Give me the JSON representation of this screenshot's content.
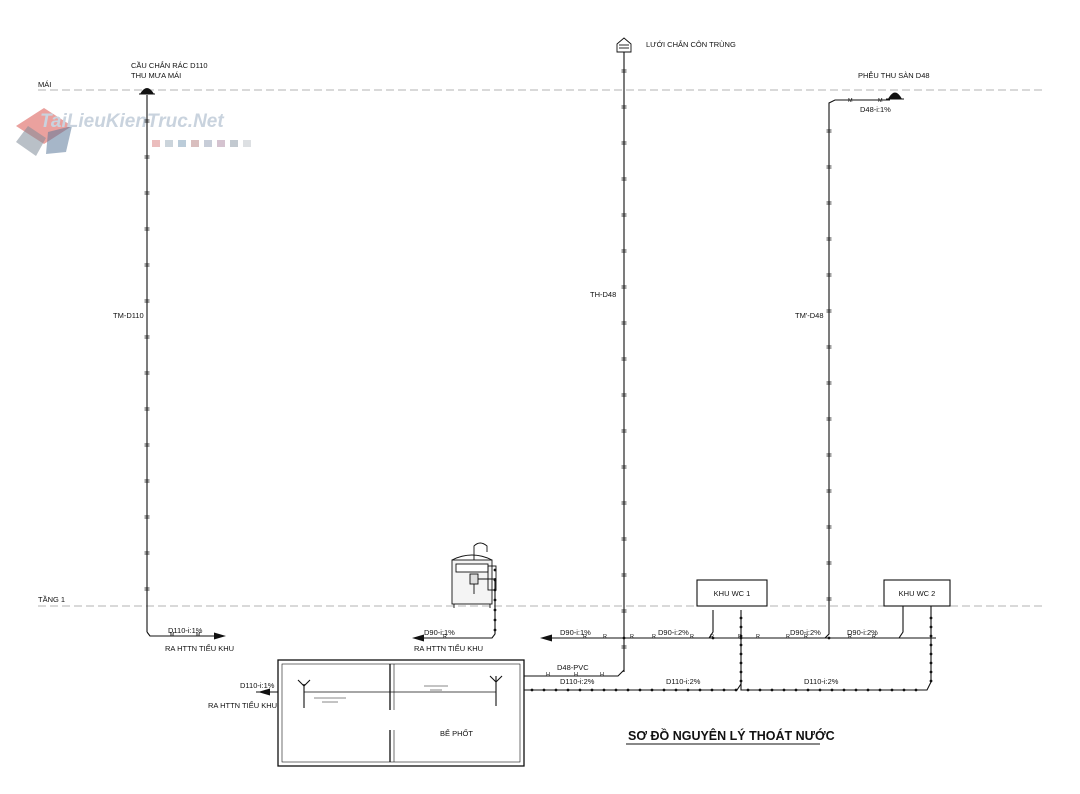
{
  "diagram": {
    "title": "SƠ ĐỒ NGUYÊN LÝ THOÁT NƯỚC",
    "levels": {
      "roof": "MÁI",
      "floor1": "TẦNG 1"
    },
    "labels": {
      "roof_drain_line1": "CẦU CHẮN RÁC D110",
      "roof_drain_line2": "THU MƯA MÁI",
      "insect_screen": "LƯỚI CHẮN CÔN TRÙNG",
      "floor_drain": "PHỄU THU SÀN D48",
      "d48_slope": "D48-i:1%",
      "tm_d110": "TM-D110",
      "th_d48": "TH-D48",
      "tm_prime_d48": "TM'-D48",
      "d110_1pct": "D110-i:1%",
      "ra_httn_1": "RA HTTN TIỂU KHU",
      "d90_1pct_a": "D90-i:1%",
      "ra_httn_2": "RA HTTN TIỂU KHU",
      "d90_1pct_b": "D90-i:1%",
      "d90_2pct_a": "D90-i:2%",
      "d90_2pct_b": "D90-i:2%",
      "d90_2pct_c": "D90-i:2%",
      "d48_pvc": "D48-PVC",
      "d110_2pct_a": "D110-i:2%",
      "d110_2pct_b": "D110-i:2%",
      "d110_2pct_c": "D110-i:2%",
      "d110_1pct_out": "D110-i:1%",
      "ra_httn_3": "RA HTTN TIỂU KHU",
      "septic_tank": "BỂ PHỐT",
      "wc1": "KHU WC 1",
      "wc2": "KHU WC 2"
    },
    "pipe_markers": {
      "rain": "M",
      "grey": "R",
      "waste": "H"
    }
  },
  "watermark": {
    "text": "TaiLieuKienTruc.Net"
  },
  "colors": {
    "line": "#111111",
    "level_line": "#9a9a9a",
    "watermark_red": "#d9534f",
    "watermark_grey": "#7f8c99",
    "watermark_blue": "#5d7a9b",
    "watermark_text": "#c9d3de"
  }
}
